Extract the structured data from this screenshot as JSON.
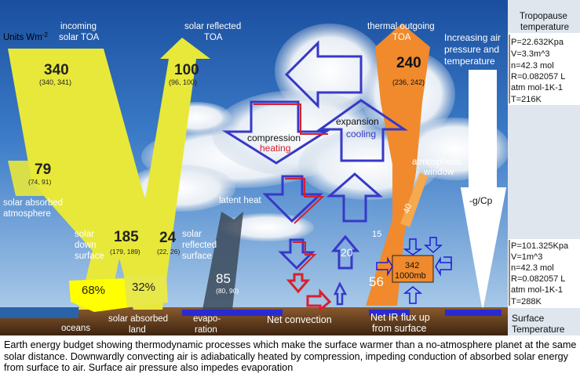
{
  "units": "Units Wm",
  "units_sup": "-2",
  "incoming": {
    "label1": "incoming",
    "label2": "solar TOA",
    "value": "340",
    "range": "(340, 341)"
  },
  "reflected_toa": {
    "label1": "solar reflected",
    "label2": "TOA",
    "value": "100",
    "range": "(96, 100)"
  },
  "outgoing": {
    "label1": "thermal outgoing",
    "label2": "TOA",
    "value": "240",
    "range": "(236, 242)"
  },
  "absorbed_atm": {
    "value": "79",
    "range": "(74, 91)",
    "label1": "solar absorbed",
    "label2": "atmosphere"
  },
  "down_surface": {
    "label1": "solar",
    "label2": "down",
    "label3": "surface",
    "value": "185",
    "range": "(179, 189)"
  },
  "reflected_surface": {
    "value": "24",
    "range": "(22, 26)",
    "label1": "solar",
    "label2": "reflected",
    "label3": "surface"
  },
  "latent": {
    "label": "latent heat",
    "value": "85",
    "range": "(80, 90)"
  },
  "window": {
    "label1": "atmospheric",
    "label2": "window",
    "value": "40"
  },
  "arrow_values": {
    "upward_15": "15",
    "upward_20": "20",
    "surface_56": "56"
  },
  "pressure_box": {
    "value": "342",
    "unit": "1000mb"
  },
  "ocean_pct": "68%",
  "land_pct": "32%",
  "compression": {
    "label": "compression",
    "sub": "heating"
  },
  "expansion": {
    "label": "expansion",
    "sub": "cooling"
  },
  "increasing": {
    "line1": "Increasing air",
    "line2": "pressure and",
    "line3": "temperature"
  },
  "lapse": "-g/Cp",
  "tropopause": {
    "title1": "Tropopause",
    "title2": "temperature",
    "lines": [
      "P=22.632Kpa",
      "V=3.3m^3",
      "n=42.3 mol",
      "R=0.082057 L",
      "atm mol-1K-1",
      "T=216K"
    ]
  },
  "surface_state": {
    "lines": [
      "P=101.325Kpa",
      "V=1m^3",
      "n=42.3 mol",
      "R=0.082057 L",
      "atm mol-1K-1",
      "T=288K"
    ]
  },
  "bottom": {
    "oceans": "oceans",
    "absorbed1": "solar absorbed",
    "absorbed2": "land",
    "evap1": "evapo-",
    "evap2": "ration",
    "net_convection": "Net convection",
    "net_ir1": "Net IR flux up",
    "net_ir2": "from surface",
    "surface_temp1": "Surface",
    "surface_temp2": "Temperature"
  },
  "caption": "Earth energy budget showing thermodynamic processes which make the surface warmer than a no-atmosphere planet at the same solar distance. Downwardly convecting air is adiabatically heated by compression, impeding conduction of absorbed solar energy from surface to air. Surface air pressure also impedes evaporation",
  "colors": {
    "yellow": "#e8e83a",
    "orange": "#f08a2c",
    "red": "#d8202c",
    "blue": "#3a3ac8",
    "dark_blue": "#1c1cd8"
  }
}
